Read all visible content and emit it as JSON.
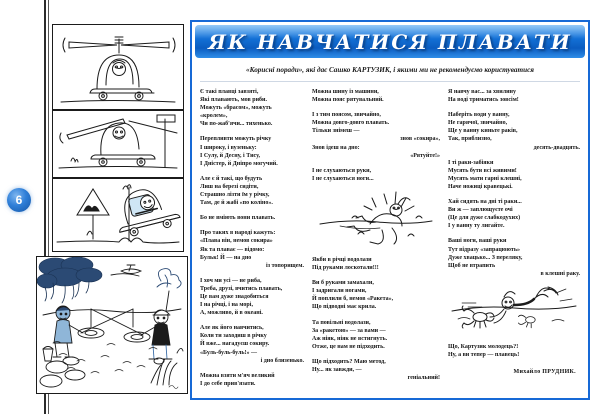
{
  "page": {
    "number": "6"
  },
  "article": {
    "title": "ЯК НАВЧАТИСЯ ПЛАВАТИ",
    "subtitle": "«Корисні поради», які дає Сашко КАРТУЗИК, і якими ми не рекомендуємо користуватися",
    "signature": "Михайло ПРУДНИК.",
    "accent_color": "#1769d6",
    "banner_color": "#1472d8",
    "columns": [
      {
        "name": "column-1",
        "stanzas": [
          "Є такі плавці завзяті,\nЯкі плавають, мов риби.\nМожуть «брасом», можуть\n«кролем»,\nЧи по-жаб'ячи... тихенько.",
          "Перепливти можуть річку\nІ широку, і вузеньку:\nІ Сулу, й Десну, і Тису,\nІ Дністер, й Дніпро могучий.",
          "Але є й такі, що будуть\nЛиш на березі сидіти,\nСтрашно лізти їм у річку,\nТам, де й жабі «по коліно».",
          "Бо не вміють вони плавать.",
          "Про таких в народі кажуть:\n«Плава він, немов сокира»\nЯк та плаває — відомо:\nБульк! Й — на дно",
          "із топорищем.",
          "І хоч ми усі — не риба,\nТреба, друзі, вчитись плавать,\nЦе вам дуже знадобиться\nІ на річці, і на морі,\nА, можливо, й в океані.",
          "Але як його навчитись,\nКоли ти заходиш в річку\nЙ вже... нагадуєш сокиру.\n«Буль-буль-буль!» —",
          "і дно близенько.",
          "Можна взяти м'яч великий\nІ до себе прив'язати."
        ]
      },
      {
        "name": "column-2",
        "stanzas": [
          "Можна шину із машини,\nМожна пояс рятувальний.",
          "І з тим поясом, звичайно,\nМожна довго-довго плавать.\nТільки знімеш —",
          "знов «сокира»,",
          "Знов ідеш на дно:",
          "«Рятуйте!»",
          "І не слухаються руки,\nІ не слухаються ноги...",
          "Якби в річці водолази\nПід руками лоскотали!!!",
          "Ви б руками замахали,\nІ задригали ногами,\nЙ поплили б, немов «Ракета»,\nЩо підводні має крила.",
          "Та повільні водолази,\nЗа «ракетою» — за вами —\nАж ніяк, ніяк не встигнуть.\nОтже, це нам не підходить.",
          "Що підходить? Маю метод,\nНу... як завжди, —",
          "геніальний!"
        ]
      },
      {
        "name": "column-3",
        "stanzas": [
          "Я навчу вас... за хвилину\nНа воді триматись зовсім!",
          "Наберіть води у ванну,\nНе гарячої, звичайно,\nЩе у ванну киньте раків,\nТак, приблизно,",
          "десять-двадцять.",
          "І ті раки-забіяки\nМусять бути всі живими!\nМусять мати гарні клешні,\nНаче ножиці кравецькі.",
          "Хай сидять на дні ті раки...\nВи ж — заплющуєте очі\n(Це для дуже слабкодухих)\nІ у ванну ту лигайте.",
          "Ваші ноги, ваші руки\nТут відразу «запрацюють»\nДуже хвацько... З переляку,\nЩоб не втрапить",
          "в клешні раку.",
          "Що, Картузик молодець?!\nНу, а ви тепер — плавець!"
        ]
      }
    ]
  },
  "illustrations": [
    {
      "name": "helicopter-car-top",
      "caption": ""
    },
    {
      "name": "car-with-rotor-middle",
      "caption": ""
    },
    {
      "name": "car-on-bumpy-road",
      "caption": ""
    },
    {
      "name": "two-boys-fishing-pond",
      "caption": ""
    },
    {
      "name": "swimmer-splashing",
      "caption": ""
    },
    {
      "name": "swimmer-chased-by-crayfish",
      "caption": ""
    }
  ]
}
